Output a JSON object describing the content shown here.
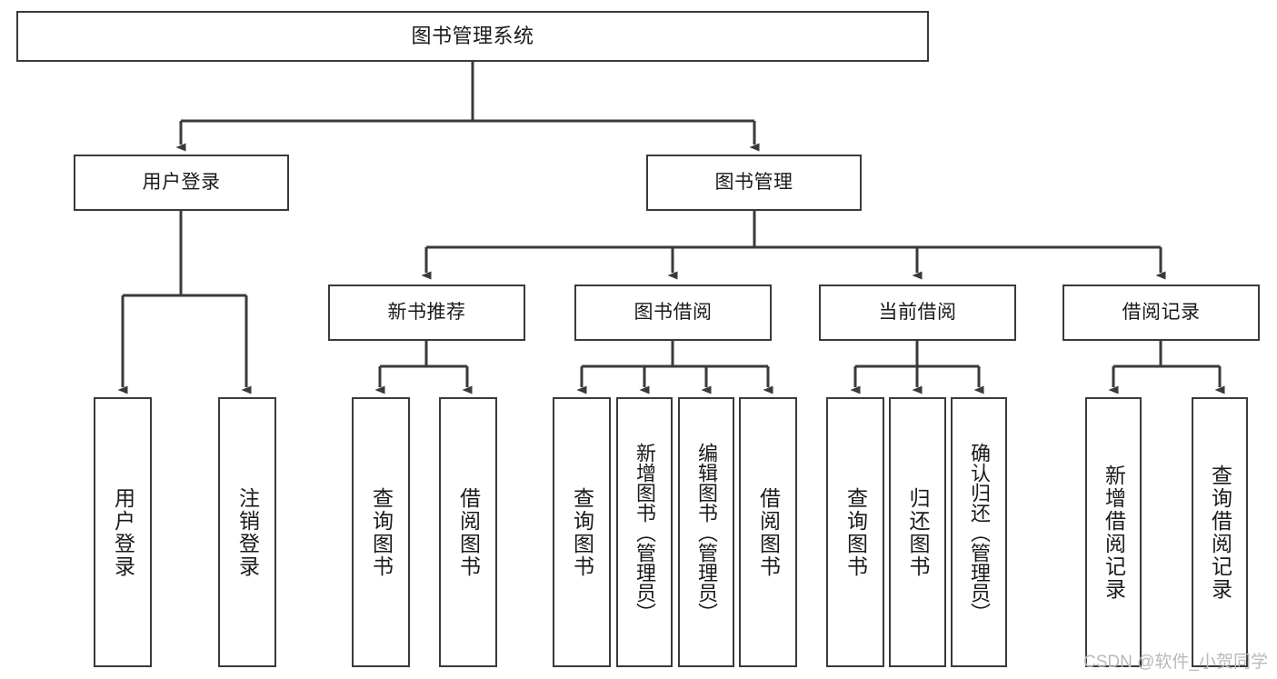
{
  "diagram": {
    "title": "图书管理系统",
    "type": "tree-hierarchy-diagram",
    "stroke_color": "#3a3a3a",
    "text_color": "#1a1a1a",
    "background_color": "#ffffff"
  },
  "nodes": {
    "root": {
      "label": "图书管理系统"
    },
    "level2": [
      {
        "label": "用户登录"
      },
      {
        "label": "图书管理"
      }
    ],
    "level3": [
      {
        "label": "新书推荐"
      },
      {
        "label": "图书借阅"
      },
      {
        "label": "当前借阅"
      },
      {
        "label": "借阅记录"
      }
    ],
    "leaves": {
      "user_login": [
        {
          "label": "用户登录"
        },
        {
          "label": "注销登录"
        }
      ],
      "new_book_recommend": [
        {
          "label": "查询图书"
        },
        {
          "label": "借阅图书"
        }
      ],
      "book_borrow": [
        {
          "label": "查询图书"
        },
        {
          "label": "新增图书（管理员）"
        },
        {
          "label": "编辑图书（管理员）"
        },
        {
          "label": "借阅图书"
        }
      ],
      "current_borrow": [
        {
          "label": "查询图书"
        },
        {
          "label": "归还图书"
        },
        {
          "label": "确认归还（管理员）"
        }
      ],
      "borrow_record": [
        {
          "label": "新增借阅记录"
        },
        {
          "label": "查询借阅记录"
        }
      ]
    }
  },
  "watermark": {
    "text": "CSDN @软件_小贺同学",
    "color": "#b9b9b9"
  }
}
